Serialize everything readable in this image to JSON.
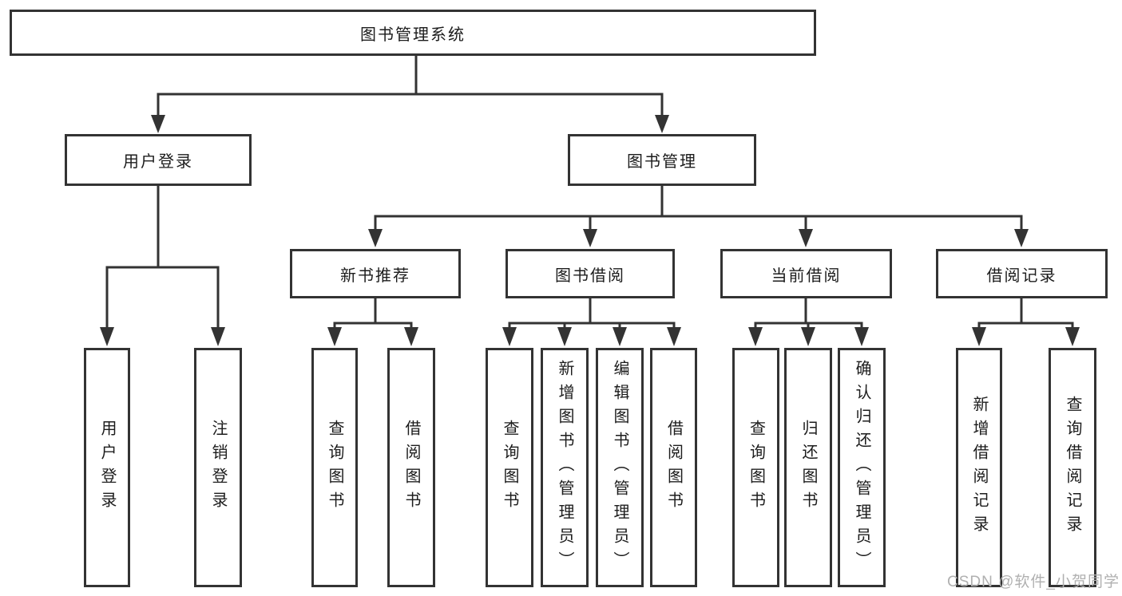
{
  "watermark": "CSDN @软件_小贺同学",
  "colors": {
    "line": "#333333",
    "box_border": "#333333",
    "text": "#1c1c1c",
    "watermark_text": "#b0b0b0",
    "background": "#ffffff"
  },
  "tree": {
    "label": "图书管理系统",
    "children": [
      {
        "label": "用户登录",
        "children": [
          {
            "label": "用户登录"
          },
          {
            "label": "注销登录"
          }
        ]
      },
      {
        "label": "图书管理",
        "children": [
          {
            "label": "新书推荐",
            "children": [
              {
                "label": "查询图书"
              },
              {
                "label": "借阅图书"
              }
            ]
          },
          {
            "label": "图书借阅",
            "children": [
              {
                "label": "查询图书"
              },
              {
                "label": "新增图书（管理员）"
              },
              {
                "label": "编辑图书（管理员）"
              },
              {
                "label": "借阅图书"
              }
            ]
          },
          {
            "label": "当前借阅",
            "children": [
              {
                "label": "查询图书"
              },
              {
                "label": "归还图书"
              },
              {
                "label": "确认归还（管理员）"
              }
            ]
          },
          {
            "label": "借阅记录",
            "children": [
              {
                "label": "新增借阅记录"
              },
              {
                "label": "查询借阅记录"
              }
            ]
          }
        ]
      }
    ]
  }
}
